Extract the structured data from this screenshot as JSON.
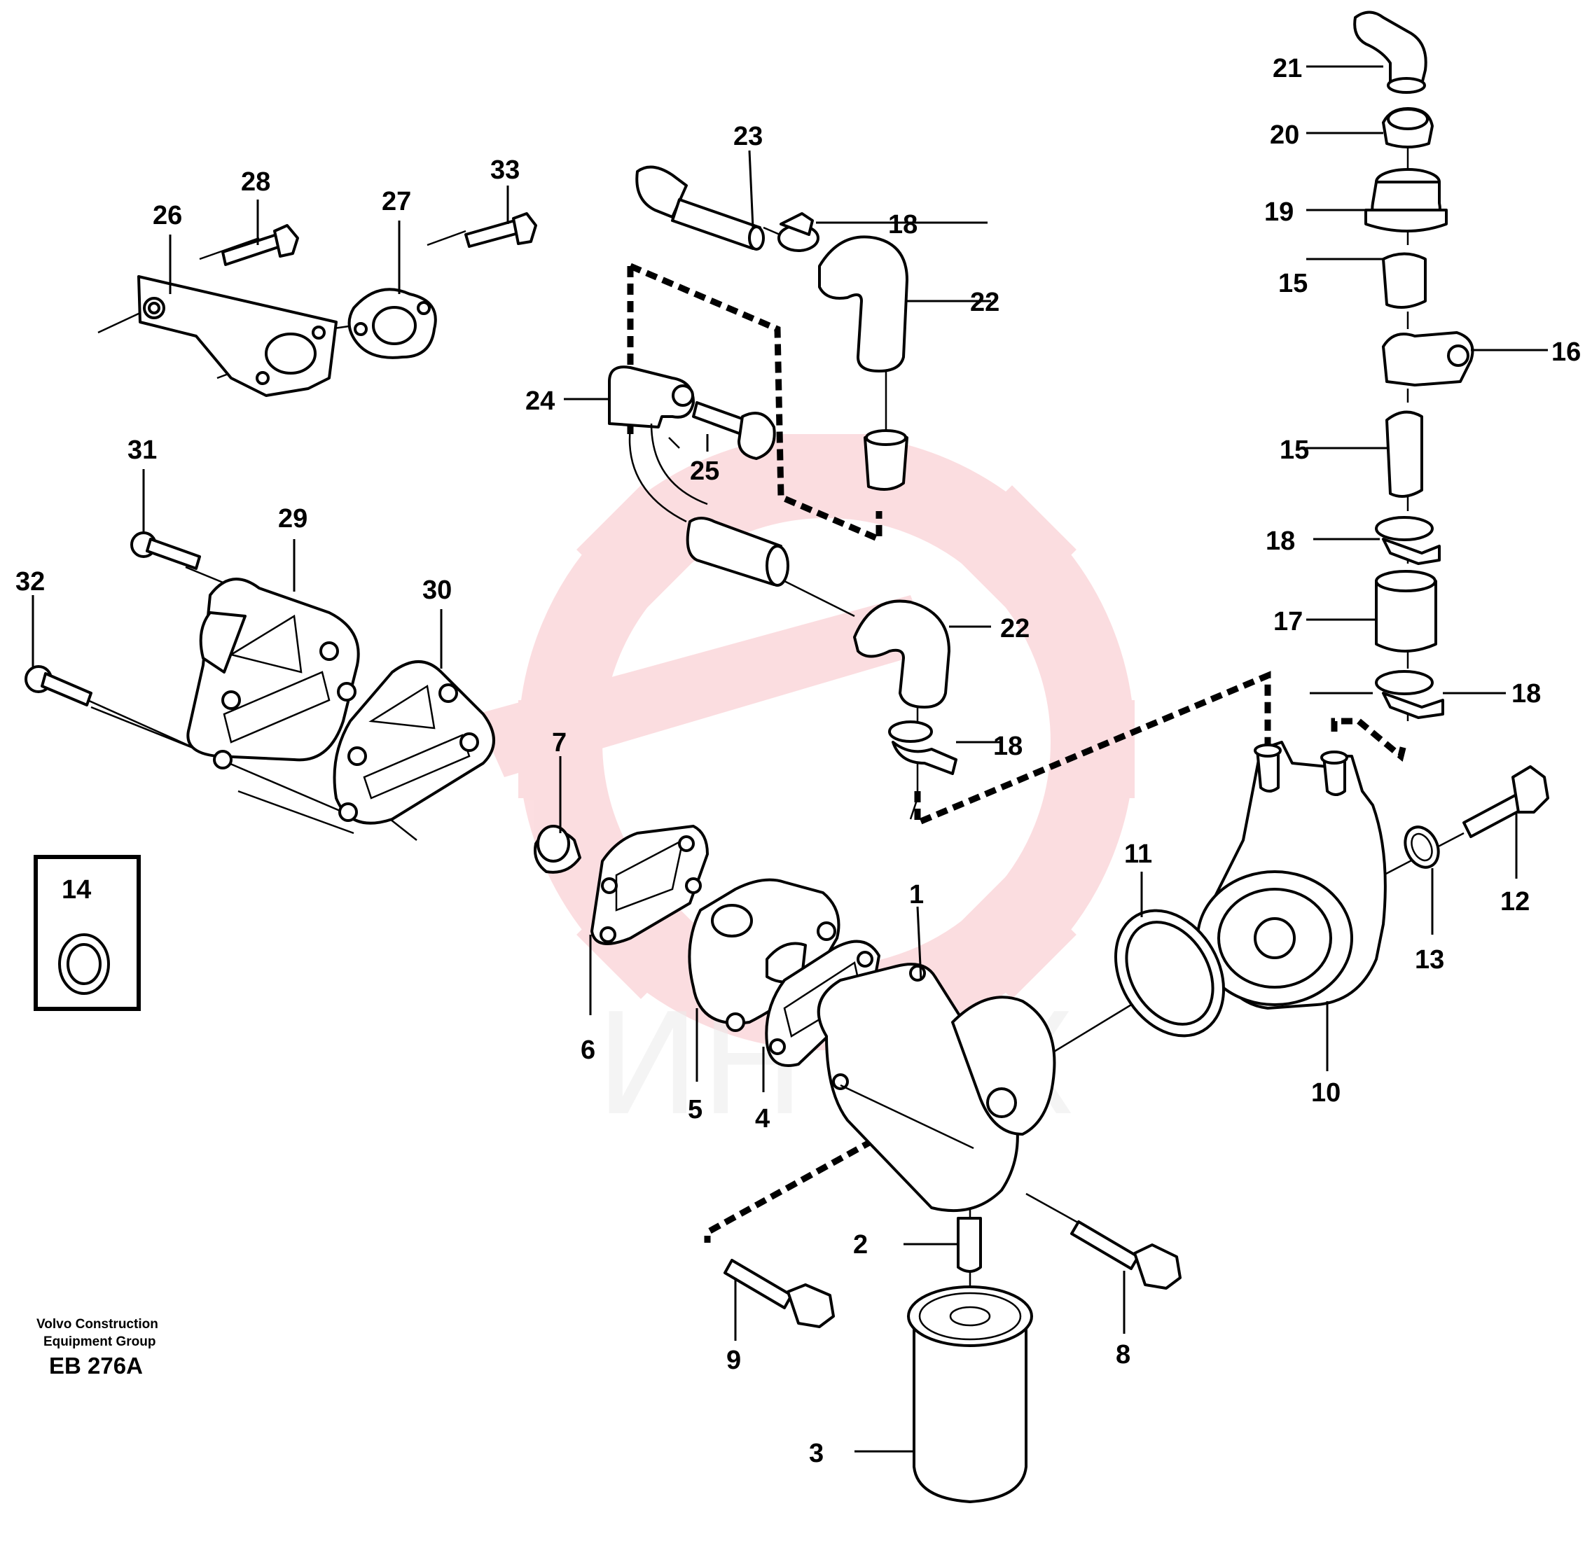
{
  "callouts": [
    {
      "id": "c1",
      "text": "1"
    },
    {
      "id": "c2",
      "text": "2"
    },
    {
      "id": "c3",
      "text": "3"
    },
    {
      "id": "c4",
      "text": "4"
    },
    {
      "id": "c5",
      "text": "5"
    },
    {
      "id": "c6",
      "text": "6"
    },
    {
      "id": "c7",
      "text": "7"
    },
    {
      "id": "c8",
      "text": "8"
    },
    {
      "id": "c9",
      "text": "9"
    },
    {
      "id": "c10",
      "text": "10"
    },
    {
      "id": "c11",
      "text": "11"
    },
    {
      "id": "c12",
      "text": "12"
    },
    {
      "id": "c13",
      "text": "13"
    },
    {
      "id": "c14",
      "text": "14"
    },
    {
      "id": "c15a",
      "text": "15"
    },
    {
      "id": "c15b",
      "text": "15"
    },
    {
      "id": "c16",
      "text": "16"
    },
    {
      "id": "c17",
      "text": "17"
    },
    {
      "id": "c18a",
      "text": "18"
    },
    {
      "id": "c18b",
      "text": "18"
    },
    {
      "id": "c18c",
      "text": "18"
    },
    {
      "id": "c18d",
      "text": "18"
    },
    {
      "id": "c19",
      "text": "19"
    },
    {
      "id": "c20",
      "text": "20"
    },
    {
      "id": "c21",
      "text": "21"
    },
    {
      "id": "c22a",
      "text": "22"
    },
    {
      "id": "c22b",
      "text": "22"
    },
    {
      "id": "c23",
      "text": "23"
    },
    {
      "id": "c24",
      "text": "24"
    },
    {
      "id": "c25",
      "text": "25"
    },
    {
      "id": "c26",
      "text": "26"
    },
    {
      "id": "c27",
      "text": "27"
    },
    {
      "id": "c28",
      "text": "28"
    },
    {
      "id": "c29",
      "text": "29"
    },
    {
      "id": "c30",
      "text": "30"
    },
    {
      "id": "c31",
      "text": "31"
    },
    {
      "id": "c32",
      "text": "32"
    },
    {
      "id": "c33",
      "text": "33"
    }
  ],
  "footer": {
    "line1": "Volvo Construction",
    "line2": "Equipment Group",
    "code": "EB 276A"
  },
  "watermark": {
    "text": "ИНТЕХ",
    "color": "#f5a0a8"
  }
}
